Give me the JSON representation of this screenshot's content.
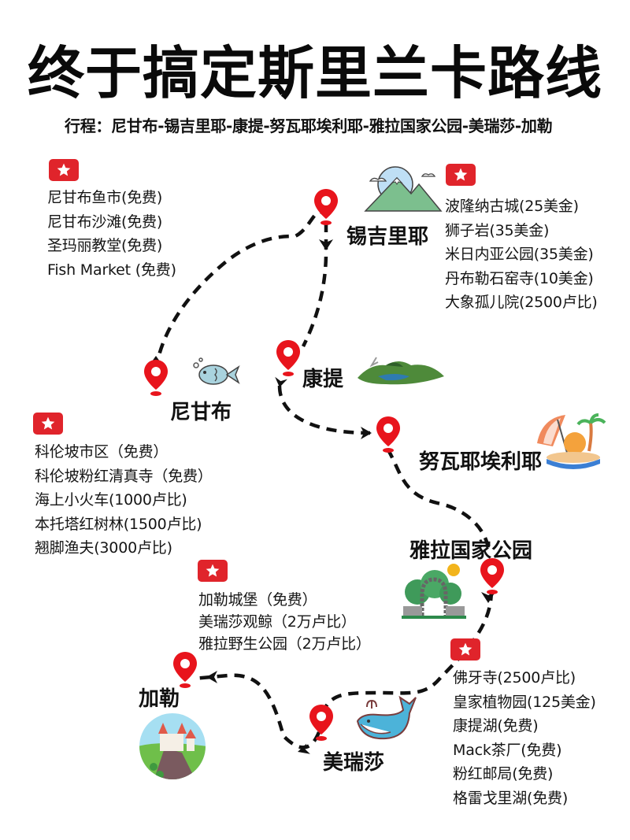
{
  "title": "终于搞定斯里兰卡路线",
  "subtitle": "行程：尼甘布-锡吉里耶-康提-努瓦耶埃利耶-雅拉国家公园-美瑞莎-加勒",
  "colors": {
    "accent_red": "#e0242b",
    "pin_red": "#e8141c",
    "text": "#111111",
    "route_line": "#111111",
    "background": "#ffffff"
  },
  "stops": [
    {
      "city": "尼甘布",
      "icon": "fish-icon",
      "attractions": [
        "尼甘布鱼市(免费)",
        "尼甘布沙滩(免费)",
        "圣玛丽教堂(免费)",
        "Fish Market (免费)"
      ]
    },
    {
      "city": "锡吉里耶",
      "icon": "mountain-icon",
      "attractions": [
        "波隆纳古城(25美金)",
        "狮子岩(35美金)",
        "米日内亚公园(35美金)",
        "丹布勒石窑寺(10美金)",
        "大象孤儿院(2500卢比)"
      ]
    },
    {
      "city": "康提",
      "icon": "landscape-island-icon",
      "attractions": [
        "佛牙寺(2500卢比)",
        "皇家植物园(125美金)",
        "康提湖(免费)",
        "Mack茶厂(免费)",
        "粉红邮局(免费)",
        "格雷戈里湖(免费)"
      ]
    },
    {
      "city": "努瓦耶埃利耶",
      "icon": "beach-umbrella-icon",
      "attractions": []
    },
    {
      "city": "雅拉国家公园",
      "icon": "park-gate-icon",
      "attractions": []
    },
    {
      "city": "美瑞莎",
      "icon": "whale-icon",
      "attractions": []
    },
    {
      "city": "加勒",
      "icon": "castle-icon",
      "attractions": []
    }
  ],
  "colombo": {
    "attractions": [
      "科伦坡市区（免费）",
      "科伦坡粉红清真寺（免费）",
      "海上小火车(1000卢比)",
      "本托塔红树林(1500卢比)",
      "翘脚渔夫(3000卢比)"
    ]
  },
  "galle_mirissa_block": {
    "attractions": [
      "加勒城堡（免费）",
      "美瑞莎观鲸（2万卢比）",
      "雅拉野生公园（2万卢比）"
    ]
  }
}
